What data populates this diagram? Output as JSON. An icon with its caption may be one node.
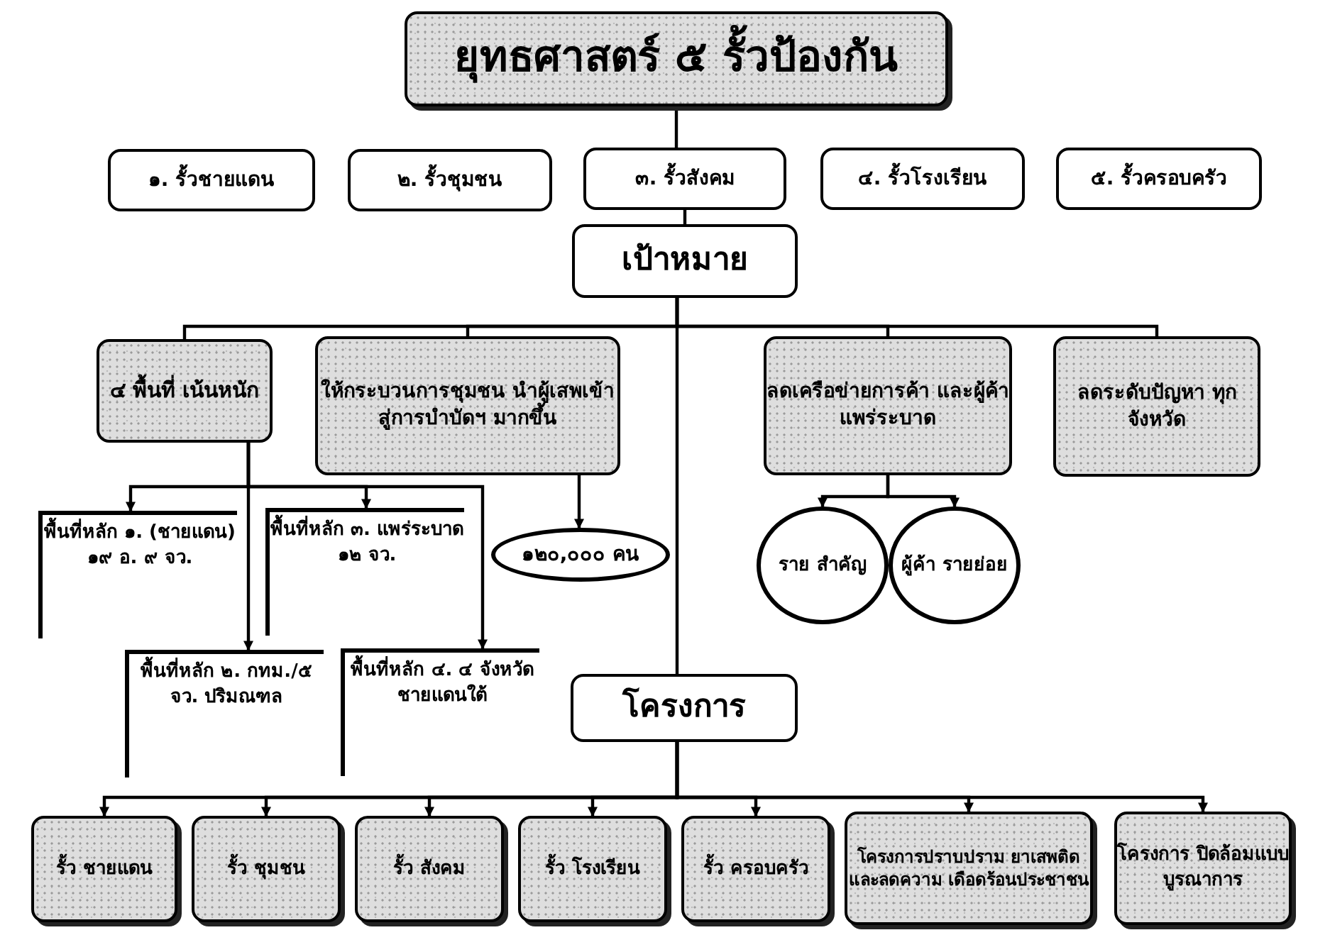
{
  "diagram": {
    "nodes": [
      {
        "text": [
          "ยุทธศาสตร์ ๕ รั้วป้องกัน"
        ]
      },
      {
        "text": [
          "๑. รั้วชายแดน"
        ]
      },
      {
        "text": [
          "๒. รั้วชุมชน"
        ]
      },
      {
        "text": [
          "๓. รั้วสังคม"
        ]
      },
      {
        "text": [
          "๔. รั้วโรงเรียน"
        ]
      },
      {
        "text": [
          "๕. รั้วครอบครัว"
        ]
      },
      {
        "text": [
          "เป้าหมาย"
        ]
      },
      {
        "text": [
          "๔ พื้นที่ เน้นหนัก"
        ]
      },
      {
        "text": [
          "ให้กระบวนการชุมชน นำผู้เสพเข้าสู่การบำบัดฯ มากขึ้น"
        ]
      },
      {
        "text": [
          "ลดเครือข่ายการค้า และผู้ค้าแพร่ระบาด"
        ]
      },
      {
        "text": [
          "ลดระดับปัญหา ทุกจังหวัด"
        ]
      },
      {
        "text": [
          "พื้นที่หลัก ๑. (ชายแดน) ๑๙ อ. ๙ จว."
        ]
      },
      {
        "text": [
          "พื้นที่หลัก ๓. แพร่ระบาด ๑๒ จว."
        ]
      },
      {
        "text": [
          "๑๒๐,๐๐๐ คน"
        ]
      },
      {
        "text": [
          "ราย สำคัญ"
        ]
      },
      {
        "text": [
          "ผู้ค้า รายย่อย"
        ]
      },
      {
        "text": [
          "พื้นที่หลัก ๒. กทม./๕ จว. ปริมณฑล"
        ]
      },
      {
        "text": [
          "พื้นที่หลัก ๔. ๔ จังหวัด ชายแดนใต้"
        ]
      },
      {
        "text": [
          "โครงการ"
        ]
      },
      {
        "text": [
          "รั้ว ชายแดน"
        ]
      },
      {
        "text": [
          "รั้ว ชุมชน"
        ]
      },
      {
        "text": [
          "รั้ว สังคม"
        ]
      },
      {
        "text": [
          "รั้ว โรงเรียน"
        ]
      },
      {
        "text": [
          "รั้ว ครอบครัว"
        ]
      },
      {
        "text": [
          "โครงการปราบปราม ยาเสพติดและลดความ เดือดร้อนประชาชน"
        ]
      },
      {
        "text": [
          "โครงการ ปิดล้อมแบบ บูรณาการ"
        ]
      }
    ],
    "edges": [
      {
        "from": 0,
        "to": 3,
        "arrow": "none"
      },
      {
        "from": 3,
        "to": 6,
        "arrow": "none"
      },
      {
        "from": 6,
        "to": 7,
        "arrow": "none"
      },
      {
        "from": 6,
        "to": 8,
        "arrow": "none"
      },
      {
        "from": 6,
        "to": 9,
        "arrow": "none"
      },
      {
        "from": 6,
        "to": 10,
        "arrow": "none"
      },
      {
        "from": 6,
        "to": 18,
        "arrow": "none"
      },
      {
        "from": 7,
        "to": 11,
        "arrow": "to"
      },
      {
        "from": 7,
        "to": 12,
        "arrow": "to"
      },
      {
        "from": 7,
        "to": 16,
        "arrow": "to"
      },
      {
        "from": 7,
        "to": 17,
        "arrow": "to"
      },
      {
        "from": 8,
        "to": 13,
        "arrow": "to"
      },
      {
        "from": 9,
        "to": 14,
        "arrow": "to"
      },
      {
        "from": 9,
        "to": 15,
        "arrow": "to"
      },
      {
        "from": 18,
        "to": 19,
        "arrow": "to"
      },
      {
        "from": 18,
        "to": 20,
        "arrow": "to"
      },
      {
        "from": 18,
        "to": 21,
        "arrow": "to"
      },
      {
        "from": 18,
        "to": 22,
        "arrow": "to"
      },
      {
        "from": 18,
        "to": 23,
        "arrow": "to"
      },
      {
        "from": 18,
        "to": 24,
        "arrow": "to"
      },
      {
        "from": 18,
        "to": 25,
        "arrow": "to"
      }
    ]
  }
}
